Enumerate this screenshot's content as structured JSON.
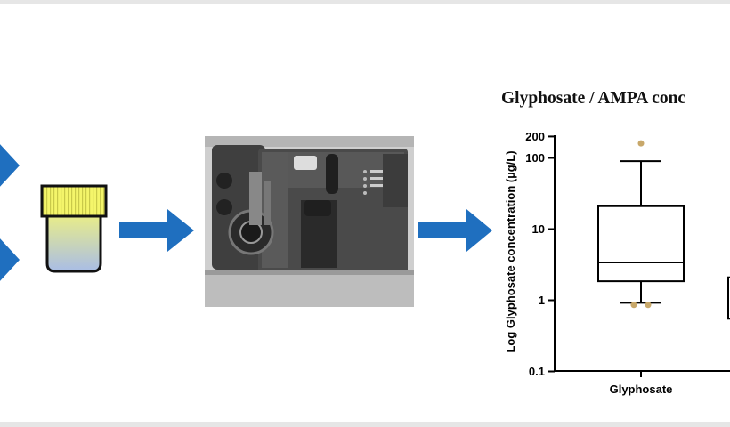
{
  "colors": {
    "arrow_blue": "#1f6fbf",
    "vial_cap_yellow": "#f4f56a",
    "vial_body_top": "#e8ec8a",
    "vial_body_bottom": "#a9bde6",
    "outlier_dot": "#c8a86a"
  },
  "icons": [
    "arrow-right-icon",
    "sample-vial-icon",
    "lc-ms-instrument-image"
  ],
  "chart_data": {
    "type": "box",
    "title": "Glyphosate / AMPA conc",
    "ylabel": "Log Glyphosate concentration (µg/L)",
    "yscale": "log",
    "ylim": [
      0.1,
      200
    ],
    "yticks": [
      {
        "value": 200,
        "label": "200"
      },
      {
        "value": 100,
        "label": "100"
      },
      {
        "value": 10,
        "label": "10"
      },
      {
        "value": 1,
        "label": "1"
      },
      {
        "value": 0.1,
        "label": "0.1"
      }
    ],
    "categories": [
      "Glyphosate"
    ],
    "boxes": [
      {
        "name": "Glyphosate",
        "whisker_low": 0.92,
        "q1": 1.85,
        "median": 3.4,
        "q3": 21,
        "whisker_high": 90,
        "outliers": [
          160,
          0.86,
          0.86
        ]
      }
    ],
    "partial_second_box": {
      "q1": 0.55,
      "q3": 2.1
    }
  }
}
